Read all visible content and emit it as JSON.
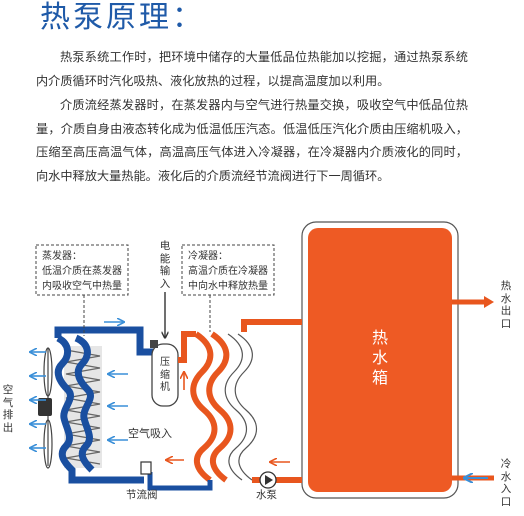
{
  "title": "热泵原理：",
  "paragraphs": [
    "热泵系统工作时，把环境中储存的大量低品位热能加以挖掘，通过热泵系统内介质循环时汽化吸热、液化放热的过程，以提高温度加以利用。",
    "介质流经蒸发器时，在蒸发器内与空气进行热量交换，吸收空气中低品位热量，介质自身由液态转化成为低温低压汽态。低温低压汽化介质由压缩机吸入，压缩至高压高温气体，高温高压气体进入冷凝器，在冷凝器内介质液化的同时，向水中释放大量热能。液化后的介质流经节流阀进行下一周循环。"
  ],
  "labels": {
    "evaporator": [
      "蒸发器：",
      "低温介质在蒸发器",
      "内吸收空气中热量"
    ],
    "condenser": [
      "冷凝器：",
      "高温介质在冷凝器",
      "中向水中释放热量"
    ],
    "power_input": "电能输入",
    "compressor": "压缩机",
    "hot_water_tank": "热水箱",
    "hot_water_out": "热水出口",
    "cold_water_in": "冷水入口",
    "air_out": "空气排出",
    "air_in": "空气吸入",
    "throttle_valve": "节流阀",
    "water_pump": "水泵"
  },
  "colors": {
    "title_blue": "#1f5aa8",
    "cold_pipe_blue": "#1a4fa0",
    "hot_pipe_orange": "#e8561e",
    "tank_orange": "#ee5a24",
    "arrow_blue": "#3a8fd8",
    "text_dark": "#333333"
  }
}
